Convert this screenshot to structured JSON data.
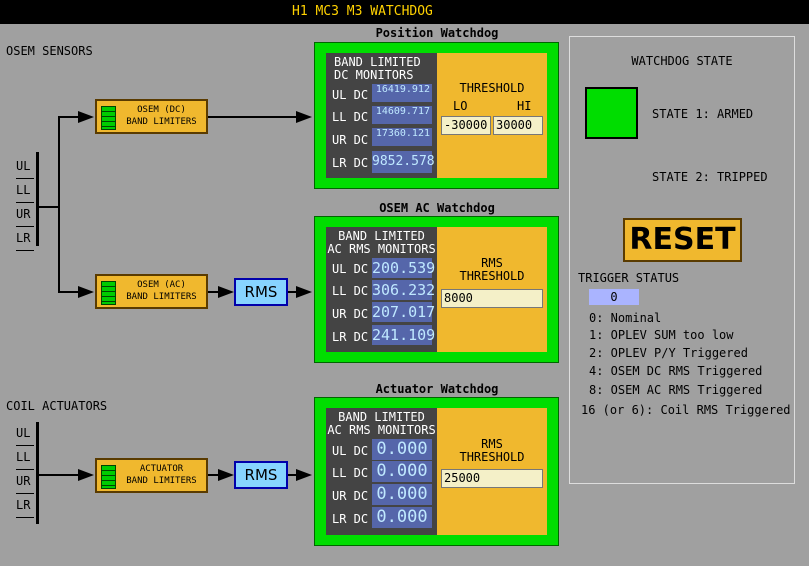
{
  "window_title": "H1 MC3 M3 WATCHDOG",
  "sensors": {
    "section_label": "OSEM SENSORS",
    "channels": [
      "UL",
      "LL",
      "UR",
      "LR"
    ],
    "dc_band_limiter": {
      "line1": "OSEM (DC)",
      "line2": "BAND LIMITERS"
    },
    "ac_band_limiter": {
      "line1": "OSEM (AC)",
      "line2": "BAND LIMITERS"
    },
    "rms_label": "RMS"
  },
  "actuators": {
    "section_label": "COIL ACTUATORS",
    "channels": [
      "UL",
      "LL",
      "UR",
      "LR"
    ],
    "band_limiter": {
      "line1": "ACTUATOR",
      "line2": "BAND LIMITERS"
    },
    "rms_label": "RMS"
  },
  "position_watchdog": {
    "title": "Position Watchdog",
    "monitor_heading": {
      "line1": "BAND LIMITED",
      "line2": "DC MONITORS"
    },
    "rows": [
      {
        "label": "UL DC",
        "value": "16419.912"
      },
      {
        "label": "LL DC",
        "value": "14609.717"
      },
      {
        "label": "UR DC",
        "value": "17360.121"
      },
      {
        "label": "LR DC",
        "value": "9852.578"
      }
    ],
    "threshold_label": "THRESHOLD",
    "lo_label": "LO",
    "hi_label": "HI",
    "lo_value": "-30000",
    "hi_value": "30000"
  },
  "osem_ac_watchdog": {
    "title": "OSEM AC Watchdog",
    "monitor_heading": {
      "line1": "BAND LIMITED",
      "line2": "AC RMS MONITORS"
    },
    "rows": [
      {
        "label": "UL DC",
        "value": "200.539"
      },
      {
        "label": "LL DC",
        "value": "306.232"
      },
      {
        "label": "UR DC",
        "value": "207.017"
      },
      {
        "label": "LR DC",
        "value": "241.109"
      }
    ],
    "threshold_label": {
      "line1": "RMS",
      "line2": "THRESHOLD"
    },
    "threshold_value": "8000"
  },
  "actuator_watchdog": {
    "title": "Actuator Watchdog",
    "monitor_heading": {
      "line1": "BAND LIMITED",
      "line2": "AC RMS MONITORS"
    },
    "rows": [
      {
        "label": "UL DC",
        "value": "0.000"
      },
      {
        "label": "LL DC",
        "value": "0.000"
      },
      {
        "label": "UR DC",
        "value": "0.000"
      },
      {
        "label": "LR DC",
        "value": "0.000"
      }
    ],
    "threshold_label": {
      "line1": "RMS",
      "line2": "THRESHOLD"
    },
    "threshold_value": "25000"
  },
  "watchdog_state": {
    "title": "WATCHDOG STATE",
    "state1": "STATE 1: ARMED",
    "state2": "STATE 2: TRIPPED",
    "indicator_color": "#00dd00",
    "reset_label": "RESET",
    "trigger_status_label": "TRIGGER STATUS",
    "trigger_status_value": "0",
    "legend": [
      "0: Nominal",
      "1: OPLEV SUM too low",
      "2: OPLEV P/Y Triggered",
      "4: OSEM DC RMS Triggered",
      "8: OSEM AC RMS Triggered",
      "16 (or 6): Coil RMS Triggered"
    ]
  },
  "colors": {
    "accent": "#f0b82e",
    "armed": "#00dd00",
    "title_text": "#ffd200"
  }
}
